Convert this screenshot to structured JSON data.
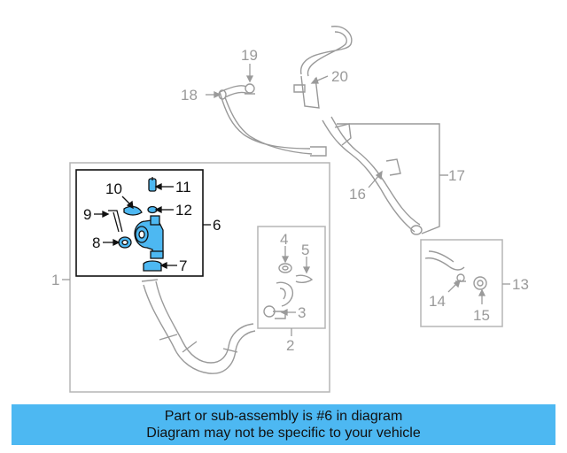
{
  "callouts": {
    "c1": "1",
    "c2": "2",
    "c3": "3",
    "c4": "4",
    "c5": "5",
    "c6": "6",
    "c7": "7",
    "c8": "8",
    "c9": "9",
    "c10": "10",
    "c11": "11",
    "c12": "12",
    "c13": "13",
    "c14": "14",
    "c15": "15",
    "c16": "16",
    "c17": "17",
    "c18": "18",
    "c19": "19",
    "c20": "20"
  },
  "banner": {
    "line1": "Part or sub-assembly is #6 in diagram",
    "line2": "Diagram may not be specific to your vehicle"
  },
  "colors": {
    "highlight_part": "#4db8f2",
    "banner_bg": "#4db8f2",
    "dim_lines": "#9a9a9a",
    "dark_lines": "#111111"
  }
}
